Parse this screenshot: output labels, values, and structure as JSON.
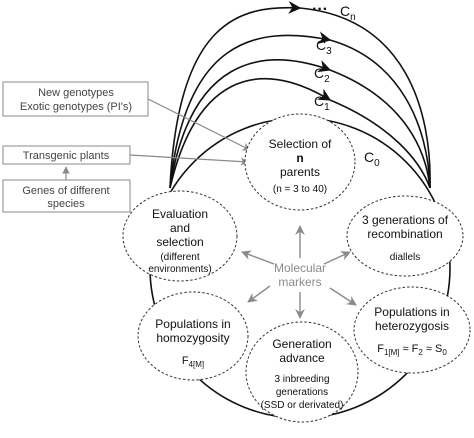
{
  "cycles": {
    "c0": "C",
    "c0_sub": "0",
    "c1": "C",
    "c1_sub": "1",
    "c2": "C",
    "c2_sub": "2",
    "c3": "C",
    "c3_sub": "3",
    "cn": "C",
    "cn_sub": "n",
    "ellipsis": "···"
  },
  "boxes": {
    "genotypes_line1": "New genotypes",
    "genotypes_line2": "Exotic genotypes (PI's)",
    "transgenic": "Transgenic plants",
    "genes_line1": "Genes of different",
    "genes_line2": "species"
  },
  "nodes": {
    "selection": {
      "line1": "Selection of",
      "line2": "n",
      "line3": "parents",
      "line4": "(n = 3 to 40)"
    },
    "recombination": {
      "line1": "3 generations of",
      "line2": "recombination",
      "line3": "diallels"
    },
    "heterozygosis": {
      "line1": "Populations in",
      "line2": "heterozygosis",
      "f_base": "F",
      "f_sub": "1[M]",
      "rest": " ≈ F",
      "f2_sub": "2",
      "approx": " ≈ S",
      "s_sub": "0"
    },
    "advance": {
      "line1": "Generation",
      "line2": "advance",
      "line3": "3 inbreeding",
      "line4": "generations",
      "line5": "(SSD or derivated)"
    },
    "homozygosity": {
      "line1": "Populations in",
      "line2": "homozygosity",
      "f_base": "F",
      "f_sub": "4[M]"
    },
    "evaluation": {
      "line1": "Evaluation",
      "line2": "and",
      "line3": "selection",
      "line4": "(different",
      "line5": "environments)"
    }
  },
  "center": {
    "line1": "Molecular",
    "line2": "markers"
  },
  "colors": {
    "line": "#111111",
    "gray_arrow": "#8a8a8a",
    "box_border": "#8a8a8a"
  }
}
